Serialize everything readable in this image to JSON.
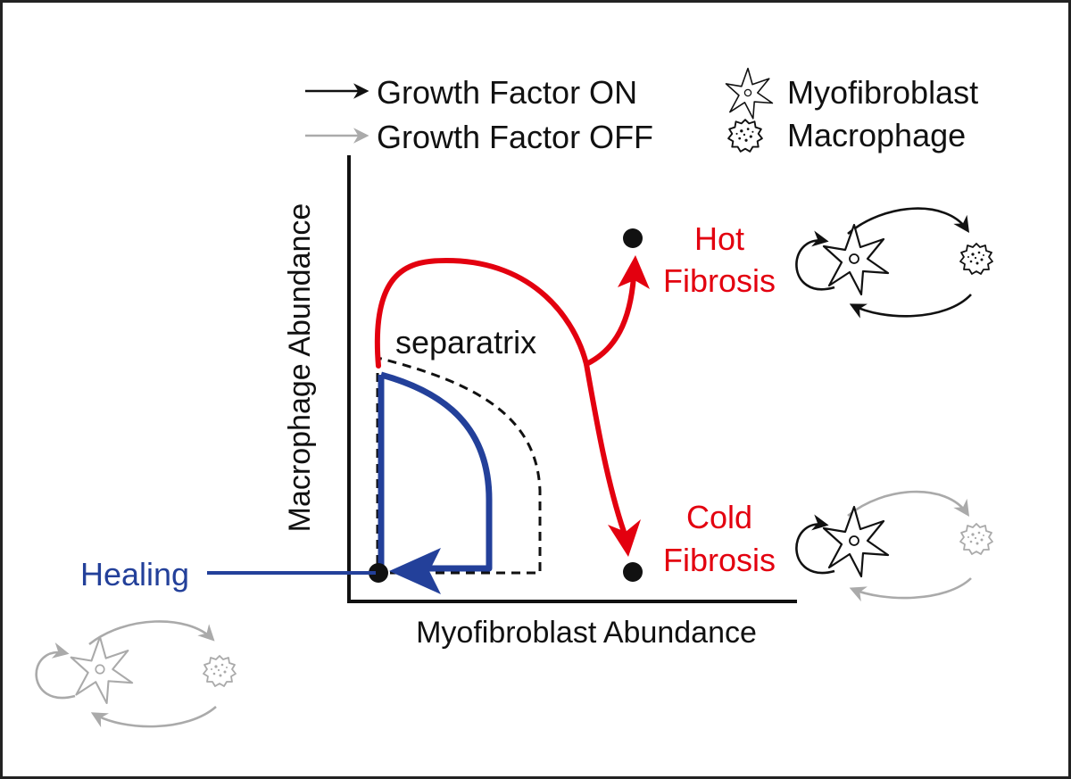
{
  "legend": {
    "growth_on": "Growth Factor ON",
    "growth_off": "Growth Factor OFF",
    "myofibroblast": "Myofibroblast",
    "macrophage": "Macrophage"
  },
  "axes": {
    "xlabel": "Myofibroblast Abundance",
    "ylabel": "Macrophage Abundance"
  },
  "labels": {
    "separatrix": "separatrix",
    "hot_line1": "Hot",
    "hot_line2": "Fibrosis",
    "cold_line1": "Cold",
    "cold_line2": "Fibrosis",
    "healing": "Healing"
  },
  "colors": {
    "on_arrow": "#111111",
    "off_arrow": "#aaaaaa",
    "fibrosis": "#e3000f",
    "healing": "#23409a",
    "frame": "#222222"
  },
  "icons": [
    "myofibroblast-icon",
    "macrophage-icon",
    "arrow-right-icon",
    "self-loop-arrow-icon"
  ]
}
